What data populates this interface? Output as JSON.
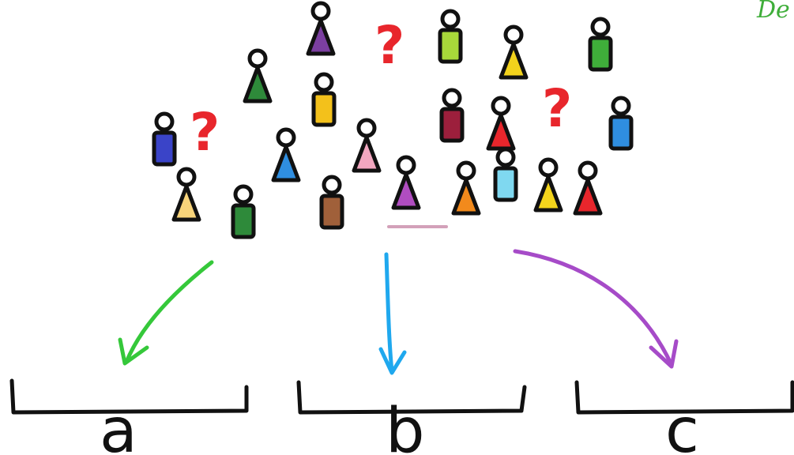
{
  "corner_text": "De",
  "question_mark": "?",
  "buckets": [
    {
      "label": "a",
      "arrow_color": "#35c83a"
    },
    {
      "label": "b",
      "arrow_color": "#1fa8ee"
    },
    {
      "label": "c",
      "arrow_color": "#a64bc8"
    }
  ],
  "people": [
    {
      "shape": "tri",
      "color": "#7b3fa0"
    },
    {
      "shape": "rect",
      "color": "#a8d83a"
    },
    {
      "shape": "tri",
      "color": "#f2d21c"
    },
    {
      "shape": "rect",
      "color": "#3fae3a"
    },
    {
      "shape": "tri",
      "color": "#2e8a3a"
    },
    {
      "shape": "rect",
      "color": "#f3c11b"
    },
    {
      "shape": "rect",
      "color": "#9c1f3c"
    },
    {
      "shape": "tri",
      "color": "#e8262c"
    },
    {
      "shape": "rect",
      "color": "#2f8ee0"
    },
    {
      "shape": "rect",
      "color": "#3a44c8"
    },
    {
      "shape": "tri",
      "color": "#2f8ee0"
    },
    {
      "shape": "tri",
      "color": "#f2a7c0"
    },
    {
      "shape": "tri",
      "color": "#f7d37a"
    },
    {
      "shape": "rect",
      "color": "#2e8a3a"
    },
    {
      "shape": "rect",
      "color": "#a0603a"
    },
    {
      "shape": "tri",
      "color": "#b04dc0"
    },
    {
      "shape": "tri",
      "color": "#f28a1c"
    },
    {
      "shape": "rect",
      "color": "#7fd8f0"
    },
    {
      "shape": "tri",
      "color": "#f3d41c"
    },
    {
      "shape": "tri",
      "color": "#e8262c"
    }
  ]
}
